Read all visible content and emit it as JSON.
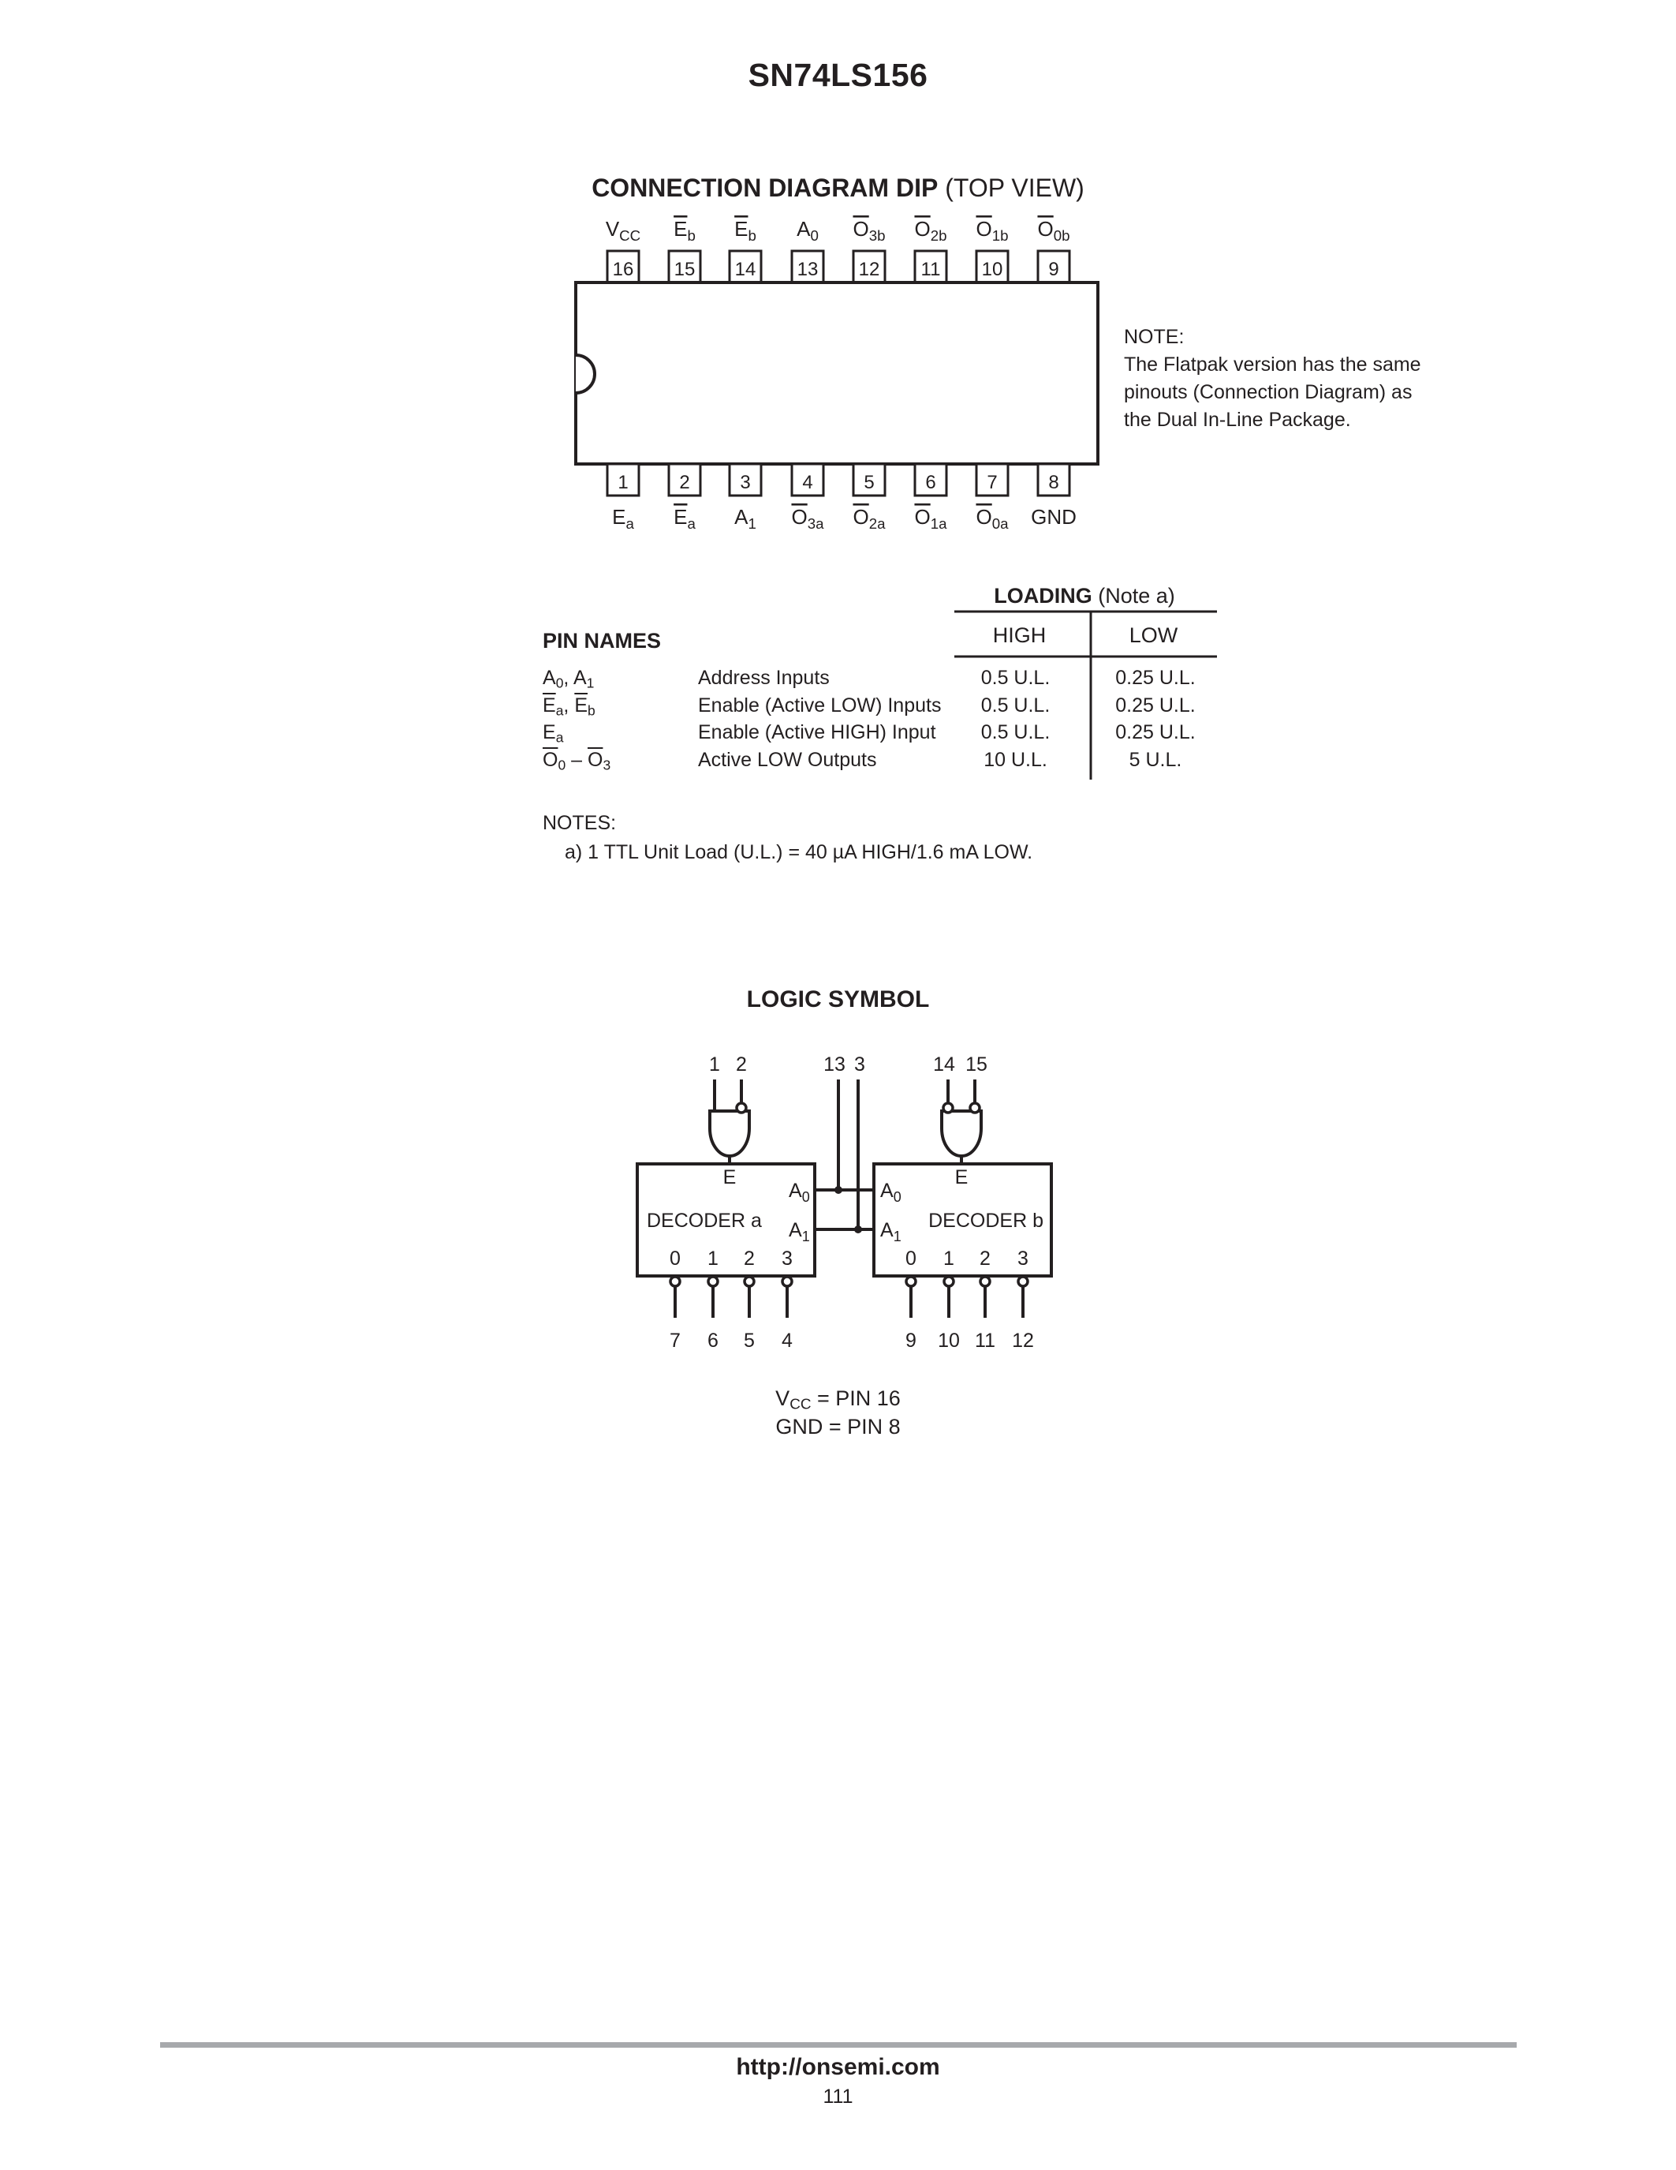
{
  "doc": {
    "part_number": "SN74LS156",
    "url": "http://onsemi.com",
    "page_number": "111"
  },
  "connection_diagram": {
    "heading_bold": "CONNECTION DIAGRAM DIP",
    "heading_normal": "(TOP VIEW)",
    "top_pins": [
      {
        "num": "16",
        "label": "V",
        "sub": "CC",
        "bar": false
      },
      {
        "num": "15",
        "label": "E",
        "sub": "b",
        "bar": true
      },
      {
        "num": "14",
        "label": "E",
        "sub": "b",
        "bar": true
      },
      {
        "num": "13",
        "label": "A",
        "sub": "0",
        "bar": false
      },
      {
        "num": "12",
        "label": "O",
        "sub": "3b",
        "bar": true
      },
      {
        "num": "11",
        "label": "O",
        "sub": "2b",
        "bar": true
      },
      {
        "num": "10",
        "label": "O",
        "sub": "1b",
        "bar": true
      },
      {
        "num": "9",
        "label": "O",
        "sub": "0b",
        "bar": true
      }
    ],
    "bottom_pins": [
      {
        "num": "1",
        "label": "E",
        "sub": "a",
        "bar": false
      },
      {
        "num": "2",
        "label": "E",
        "sub": "a",
        "bar": true
      },
      {
        "num": "3",
        "label": "A",
        "sub": "1",
        "bar": false
      },
      {
        "num": "4",
        "label": "O",
        "sub": "3a",
        "bar": true
      },
      {
        "num": "5",
        "label": "O",
        "sub": "2a",
        "bar": true
      },
      {
        "num": "6",
        "label": "O",
        "sub": "1a",
        "bar": true
      },
      {
        "num": "7",
        "label": "O",
        "sub": "0a",
        "bar": true
      },
      {
        "num": "8",
        "label": "GND",
        "sub": "",
        "bar": false
      }
    ],
    "note_lines": [
      "NOTE:",
      "The Flatpak version has the same",
      "pinouts (Connection Diagram) as",
      "the Dual In-Line Package."
    ]
  },
  "pin_names": {
    "title": "PIN NAMES",
    "loading_bold": "LOADING",
    "loading_note": "(Note a)",
    "col_high": "HIGH",
    "col_low": "LOW",
    "rows": [
      {
        "sym_a": "A",
        "sub_a": "0",
        "sep": ", ",
        "sym_b": "A",
        "sub_b": "1",
        "bar": false,
        "desc": "Address Inputs",
        "high": "0.5 U.L.",
        "low": "0.25 U.L."
      },
      {
        "sym_a": "E",
        "sub_a": "a",
        "sep": ", ",
        "sym_b": "E",
        "sub_b": "b",
        "bar": true,
        "desc": "Enable (Active LOW) Inputs",
        "high": "0.5 U.L.",
        "low": "0.25 U.L."
      },
      {
        "sym_a": "E",
        "sub_a": "a",
        "sep": "",
        "sym_b": "",
        "sub_b": "",
        "bar": false,
        "desc": "Enable (Active HIGH) Input",
        "high": "0.5 U.L.",
        "low": "0.25 U.L."
      },
      {
        "sym_a": "O",
        "sub_a": "0",
        "sep": " – ",
        "sym_b": "O",
        "sub_b": "3",
        "bar": true,
        "desc": "Active LOW Outputs",
        "high": "10 U.L.",
        "low": "5 U.L."
      }
    ],
    "notes_title": "NOTES:",
    "note_a": "a) 1 TTL Unit Load (U.L.) = 40 µA HIGH/1.6 mA LOW."
  },
  "logic_symbol": {
    "heading": "LOGIC SYMBOL",
    "left_enable_pins": [
      "1",
      "2"
    ],
    "address_pins": [
      "13",
      "3"
    ],
    "right_enable_pins": [
      "14",
      "15"
    ],
    "decoder_a_label": "DECODER a",
    "decoder_b_label": "DECODER b",
    "enable_label": "E",
    "addr_labels": [
      "A0",
      "A1"
    ],
    "output_indices": [
      "0",
      "1",
      "2",
      "3"
    ],
    "decoder_a_outputs": [
      "7",
      "6",
      "5",
      "4"
    ],
    "decoder_b_outputs": [
      "9",
      "10",
      "11",
      "12"
    ],
    "vcc_text": "= PIN 16",
    "vcc_label": "V",
    "vcc_sub": "CC",
    "gnd_text": "GND = PIN 8"
  }
}
